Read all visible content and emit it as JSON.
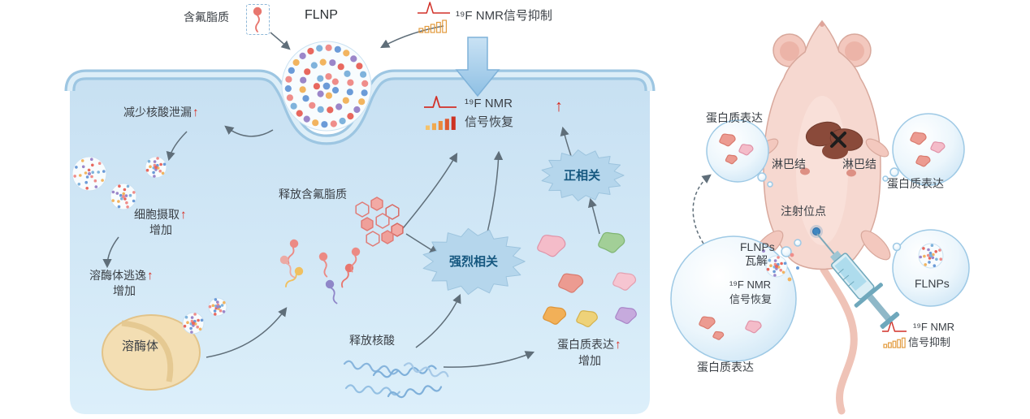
{
  "figure": {
    "cell": {
      "lipid_label": "含氟脂质",
      "flnp_title": "FLNP",
      "nmr_suppression": "¹⁹F NMR信号抑制",
      "reduce_leakage": "减少核酸泄漏",
      "nmr_recovery_line1": "¹⁹F NMR",
      "nmr_recovery_line2": "信号恢复",
      "uptake_line1": "细胞摄取",
      "uptake_line2": "增加",
      "lysosome_escape_line1": "溶酶体逃逸",
      "lysosome_escape_line2": "增加",
      "lysosome": "溶酶体",
      "release_lipid": "释放含氟脂质",
      "strong_correlation": "强烈相关",
      "positive_correlation": "正相关",
      "release_nucleic_acid": "释放核酸",
      "protein_expression_line1": "蛋白质表达",
      "protein_expression_line2": "增加"
    },
    "mouse": {
      "protein_expression_left": "蛋白质表达",
      "lymph_node_left": "淋巴结",
      "lymph_node_right": "淋巴结",
      "protein_expression_right": "蛋白质表达",
      "injection_site": "注射位点",
      "flnps_line1": "FLNPs",
      "flnps_line2": "瓦解",
      "nmr_recovery_line1": "¹⁹F NMR",
      "nmr_recovery_line2": "信号恢复",
      "protein_expression_bottom": "蛋白质表达",
      "flnps_label": "FLNPs",
      "nmr_suppression_line1": "¹⁹F NMR",
      "nmr_suppression_line2": "信号抑制"
    },
    "symbols": {
      "up_arrow": "↑"
    },
    "colors": {
      "cell_fill": "#cfe6f5",
      "membrane": "#9dc6e2",
      "starburst": "#b5d6ec",
      "correlation_text": "#15577f",
      "up_arrow_red": "#d8281c",
      "lysosome_fill": "#f3deb3",
      "mouse_body": "#f6d8d0",
      "liver": "#8a4a3a",
      "nmr_peak_red": "#d23128",
      "nmr_bar_orange": "#ea8a3c"
    }
  }
}
